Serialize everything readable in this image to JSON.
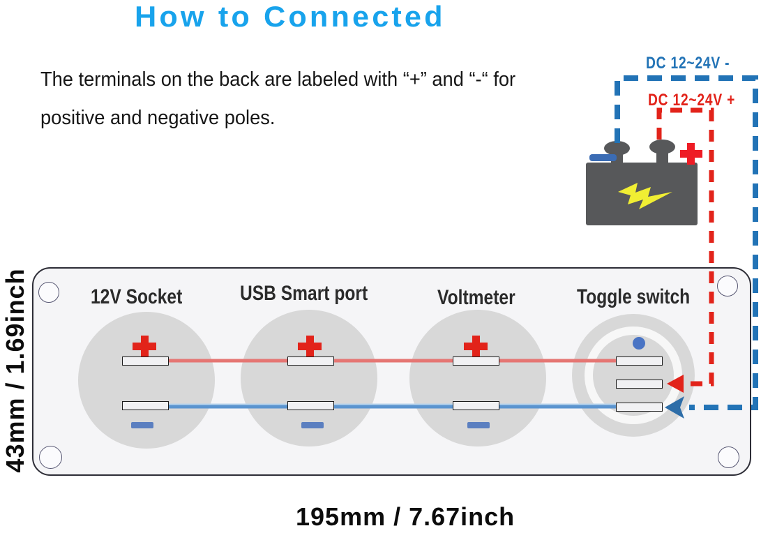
{
  "title": "How to Connected",
  "description": {
    "line1": "The terminals on the back are labeled with “+” and “-“ for",
    "line2": "positive and negative poles."
  },
  "power": {
    "negative_label": "DC 12~24V -",
    "positive_label": "DC 12~24V +",
    "source": "battery"
  },
  "panel": {
    "labels": [
      "12V Socket",
      "USB Smart port",
      "Voltmeter",
      "Toggle switch"
    ]
  },
  "dimensions": {
    "width": "195mm / 7.67inch",
    "height": "43mm / 1.69inch"
  },
  "icons": {
    "positive_marker": "+",
    "negative_marker": "−",
    "toggle_indicator": "round-dot",
    "battery": "battery-with-lightning-bolt",
    "wire_arrow": "left-arrow"
  },
  "colors": {
    "title_blue": "#18a3ec",
    "negative_blue": "#2273b6",
    "positive_red": "#e2231a",
    "wire_red": "#e57673",
    "wire_blue": "#5b94cf",
    "battery_gray": "#57585a",
    "bolt_yellow": "#f0ee33",
    "panel_bg": "#f5f5f7",
    "module_circle_gray": "#d8d8d8"
  }
}
